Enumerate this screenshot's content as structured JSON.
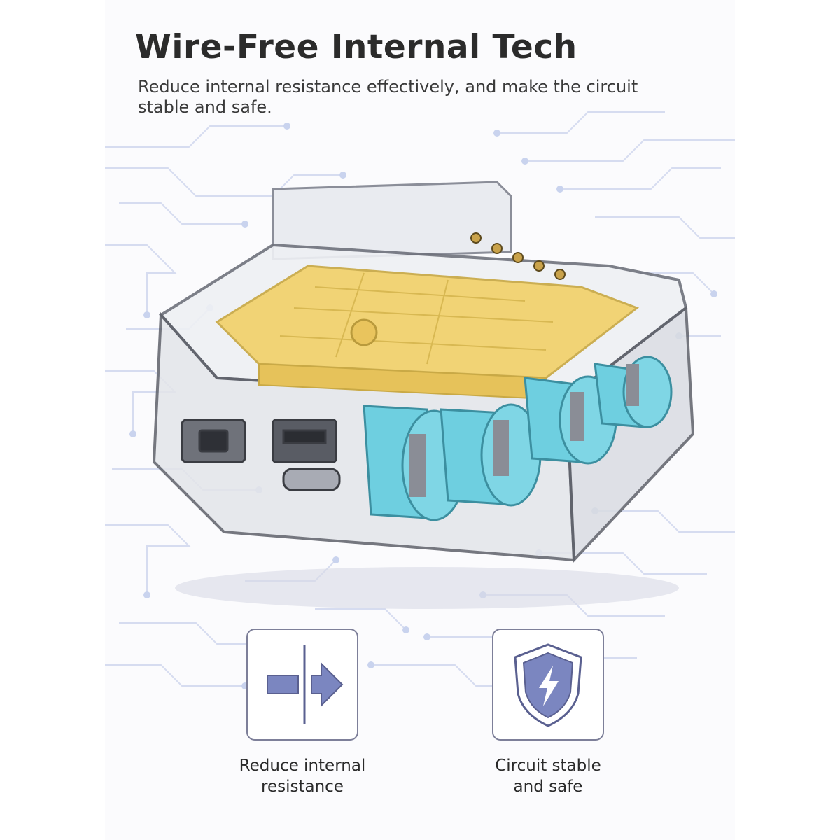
{
  "headline": "Wire-Free Internal Tech",
  "subline": "Reduce internal resistance effectively, and make the circuit stable and safe.",
  "features": [
    {
      "label_line1": "Reduce internal",
      "label_line2": "resistance",
      "icon": "split-arrow-icon"
    },
    {
      "label_line1": "Circuit stable",
      "label_line2": "and safe",
      "icon": "shield-bolt-icon"
    }
  ],
  "colors": {
    "icon_fill": "#7b86c0",
    "icon_stroke": "#5a6090",
    "board_yellow": "#f2d16b",
    "cell_cyan": "#6ecfe0",
    "circuit_trace": "#d5dcf0"
  }
}
